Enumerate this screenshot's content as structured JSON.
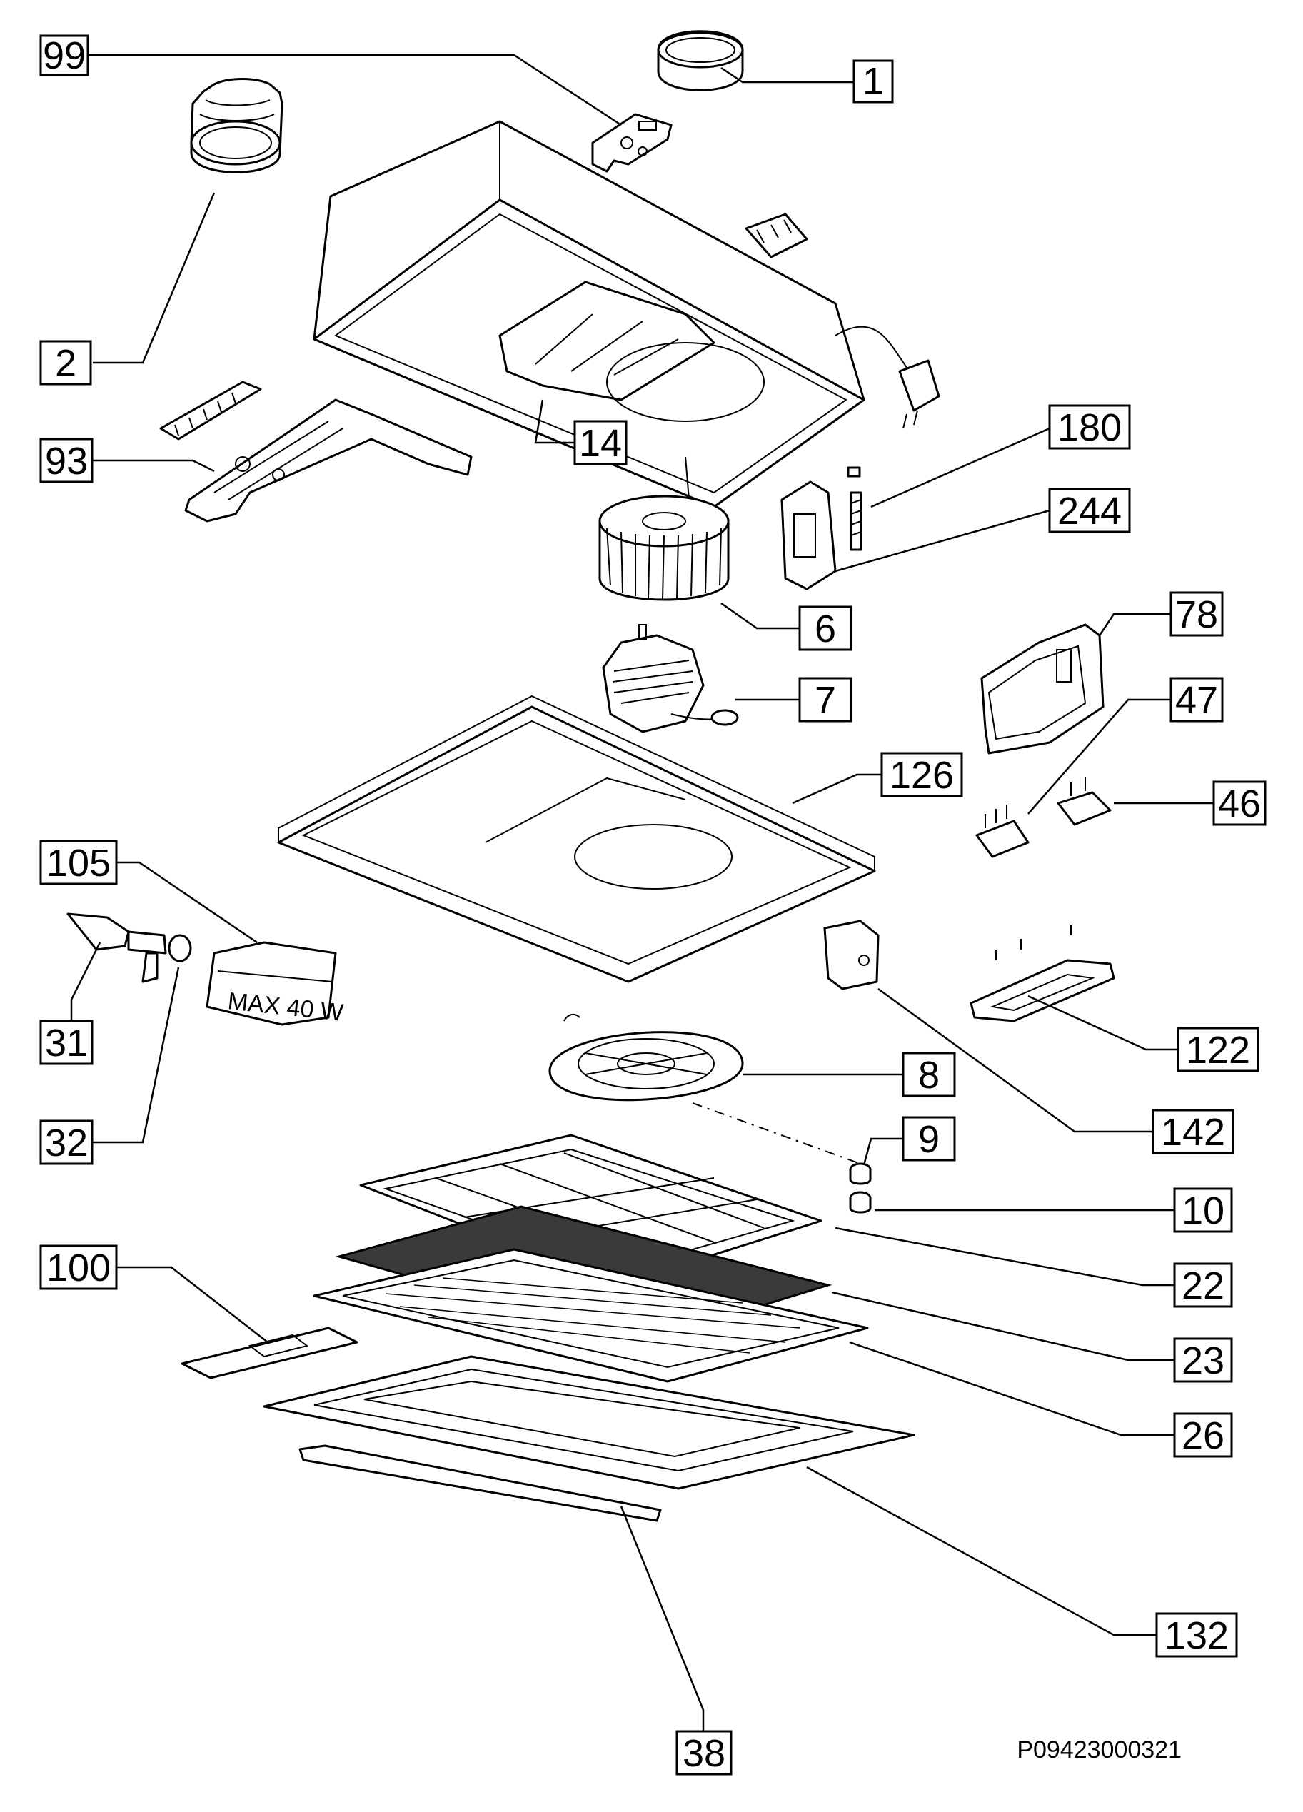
{
  "diagram": {
    "drawing_code": "P09423000321",
    "lamp_marking": "MAX 40 W",
    "part_labels": {
      "p1": "1",
      "p2": "2",
      "p6": "6",
      "p7": "7",
      "p8": "8",
      "p9": "9",
      "p10": "10",
      "p14": "14",
      "p22": "22",
      "p23": "23",
      "p26": "26",
      "p31": "31",
      "p32": "32",
      "p38": "38",
      "p46": "46",
      "p47": "47",
      "p78": "78",
      "p93": "93",
      "p99": "99",
      "p100": "100",
      "p105": "105",
      "p122": "122",
      "p126": "126",
      "p132": "132",
      "p142": "142",
      "p180": "180",
      "p244": "244"
    }
  }
}
